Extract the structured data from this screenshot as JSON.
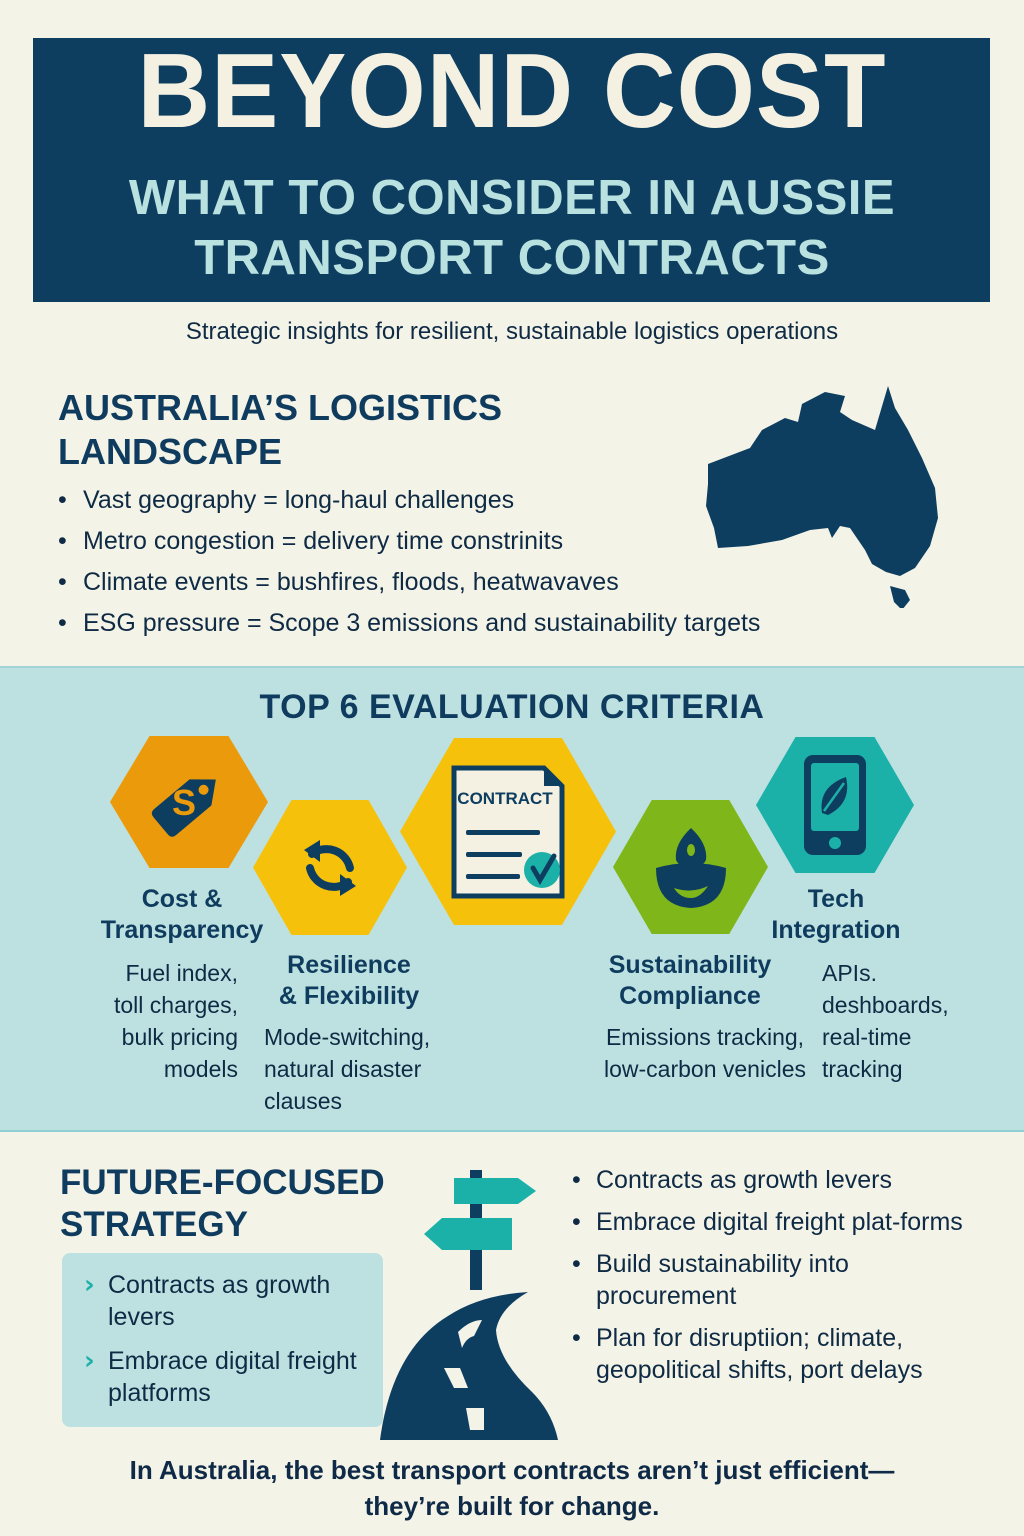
{
  "header": {
    "title": "BEYOND COST",
    "subtitle_line1": "WHAT TO CONSIDER IN AUSSIE",
    "subtitle_line2": "TRANSPORT CONTRACTS"
  },
  "tagline": "Strategic insights for resilient, sustainable logistics operations",
  "landscape": {
    "title_line1": "AUSTRALIA’S LOGISTICS",
    "title_line2": "LANDSCAPE",
    "map_icon": "australia-map-icon",
    "items": [
      "Vast geography = long-haul challenges",
      "Metro congestion = delivery time constrinits",
      "Climate events = bushfires, floods, heatwavaves",
      "ESG pressure = Scope 3 emissions and sustainability targets"
    ]
  },
  "criteria": {
    "title": "TOP 6 EVALUATION CRITERIA",
    "items": [
      {
        "icon": "price-tag-icon",
        "color": "#eb9a0c",
        "label_line1": "Cost &",
        "label_line2": "Transparency",
        "desc": [
          "Fuel index,",
          "toll charges,",
          "bulk pricing",
          "models"
        ]
      },
      {
        "icon": "refresh-cycle-icon",
        "color": "#f6c10a",
        "label_line1": "Resilience",
        "label_line2": "& Flexibility",
        "desc": [
          "Mode-switching,",
          "natural disaster",
          "clauses"
        ]
      },
      {
        "icon": "contract-document-icon",
        "color": "#f6c10a",
        "doc_text": "CONTRACT"
      },
      {
        "icon": "eco-drop-icon",
        "color": "#7fb61a",
        "label_line1": "Sustainability",
        "label_line2": "Compliance",
        "desc": [
          "Emissions tracking,",
          "low-carbon venicles"
        ]
      },
      {
        "icon": "smartphone-leaf-icon",
        "color": "#1cb1a8",
        "label_line1": "Tech",
        "label_line2": "Integration",
        "desc": [
          "APIs.",
          "deshboards,",
          "real-time",
          "tracking"
        ]
      }
    ]
  },
  "future": {
    "title_line1": "FUTURE-FOCUSED",
    "title_line2": "STRATEGY",
    "callout_items": [
      "Contracts as growth levers",
      "Embrace digital freight platforms"
    ],
    "road_icon": "signpost-road-icon",
    "list": [
      "Contracts as growth levers",
      "Embrace digital freight plat-forms",
      "Build sustainability into procurement",
      "Plan for disruptiion; climate, geopolitical shifts, port delays"
    ]
  },
  "footer": {
    "line1": "In Australia, the best transport contracts aren’t just efficient—",
    "line2": "they’re built for change."
  },
  "colors": {
    "navy": "#0d3e60",
    "cream": "#f4f3e7",
    "light_teal": "#bde1e0",
    "orange": "#eb9a0c",
    "yellow": "#f6c10a",
    "green": "#7fb61a",
    "teal": "#1cb1a8"
  }
}
